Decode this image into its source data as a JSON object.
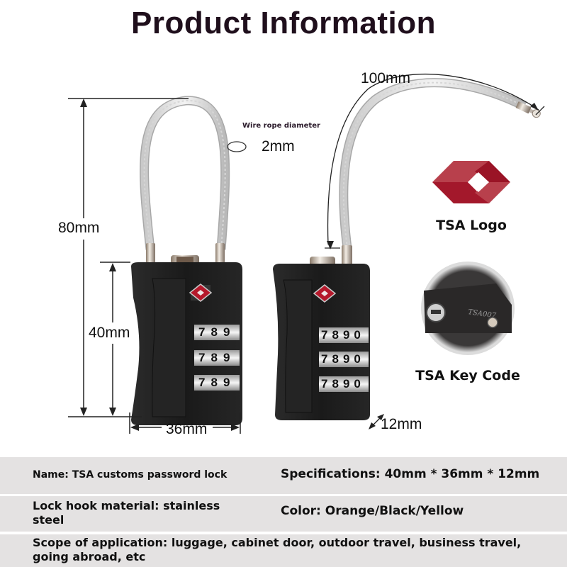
{
  "header": {
    "title": "Product Information"
  },
  "dimensions": {
    "height_total": "80mm",
    "body_height": "40mm",
    "body_width": "36mm",
    "depth": "12mm",
    "cable_length": "100mm",
    "wire_diameter_label": "Wire rope diameter",
    "wire_diameter_value": "2mm"
  },
  "lock_dials": {
    "left": [
      "7",
      "8",
      "9"
    ],
    "right": [
      "7",
      "8",
      "9",
      "0"
    ]
  },
  "features": {
    "tsa_logo_caption": "TSA Logo",
    "tsa_key_caption": "TSA Key Code",
    "key_engraving": "TSA007"
  },
  "colors": {
    "title": "#1f0f1c",
    "table_bg": "#e4e2e2",
    "tsa_red": "#a3182b",
    "lock_body": "#1c1c1c"
  },
  "specs": {
    "name": "Name: TSA customs password lock",
    "specifications": "Specifications: 40mm * 36mm * 12mm",
    "material": "Lock hook material: stainless steel",
    "color": "Color: Orange/Black/Yellow",
    "scope": "Scope of application: luggage, cabinet door, outdoor travel, business travel, going abroad, etc"
  }
}
